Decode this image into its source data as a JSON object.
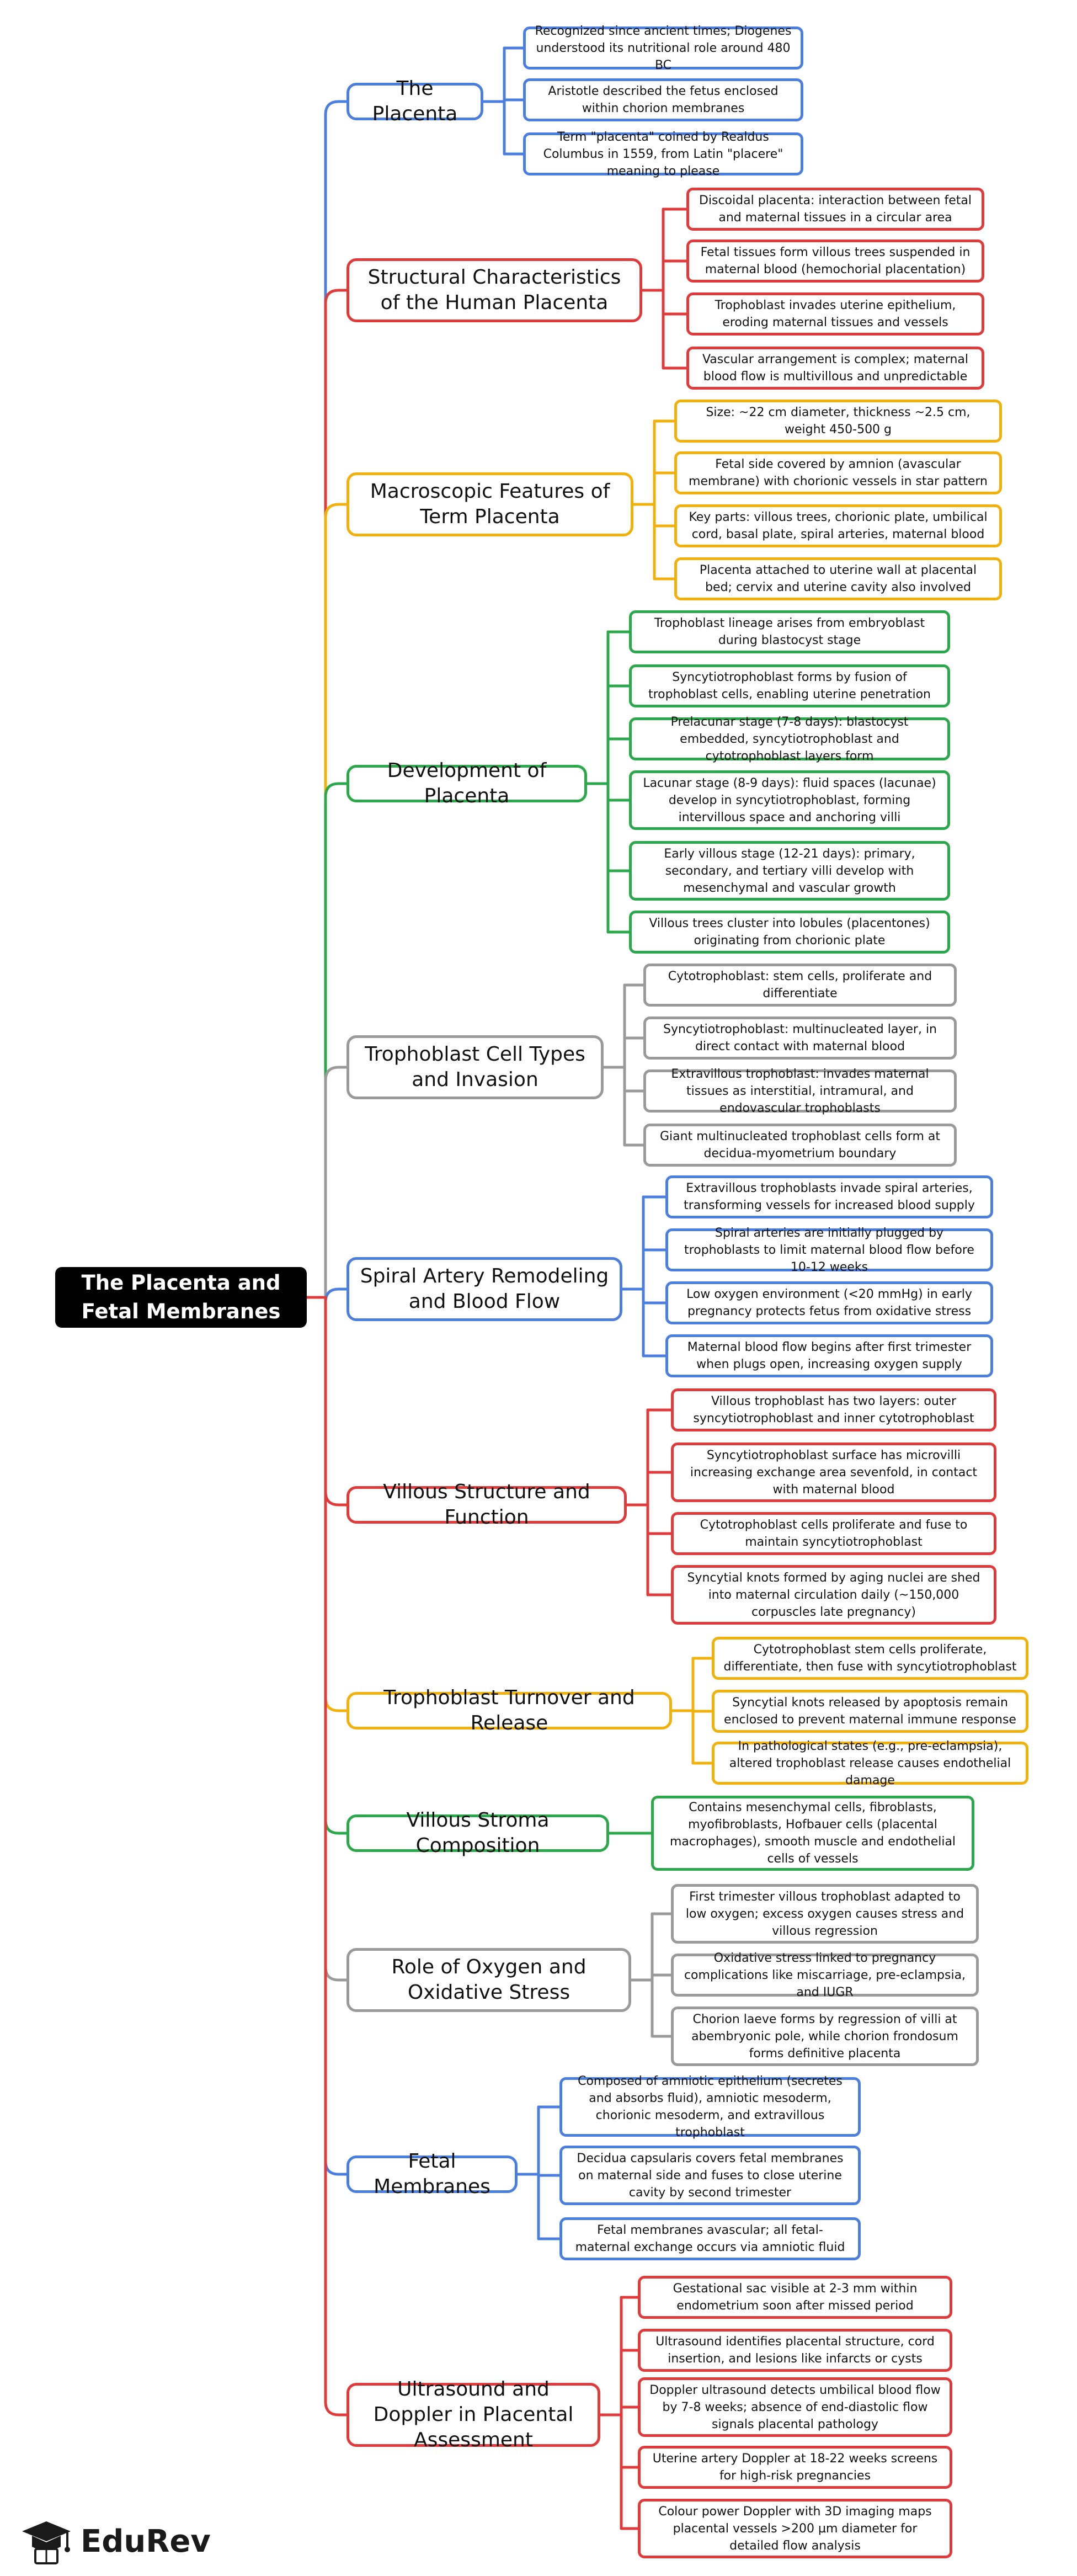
{
  "root": "The Placenta and Fetal Membranes",
  "colors": {
    "blue": "#4a7fe0",
    "red": "#e03a3a",
    "yellow": "#f2b10a",
    "green": "#2aa84a",
    "gray": "#9a9a9a"
  },
  "branches": [
    {
      "title": "The Placenta",
      "color": "blue",
      "leaves": [
        "Recognized since ancient times; Diogenes understood its nutritional role around 480 BC",
        "Aristotle described the fetus enclosed within chorion membranes",
        "Term \"placenta\" coined by Realdus Columbus in 1559, from Latin \"placere\" meaning to please"
      ]
    },
    {
      "title": "Structural Characteristics of the Human Placenta",
      "color": "red",
      "leaves": [
        "Discoidal placenta: interaction between fetal and maternal tissues in a circular area",
        "Fetal tissues form villous trees suspended in maternal blood (hemochorial placentation)",
        "Trophoblast invades uterine epithelium, eroding maternal tissues and vessels",
        "Vascular arrangement is complex; maternal blood flow is multivillous and unpredictable"
      ]
    },
    {
      "title": "Macroscopic Features of Term Placenta",
      "color": "yellow",
      "leaves": [
        "Size: ~22 cm diameter, thickness ~2.5 cm, weight 450-500 g",
        "Fetal side covered by amnion (avascular membrane) with chorionic vessels in star pattern",
        "Key parts: villous trees, chorionic plate, umbilical cord, basal plate, spiral arteries, maternal blood",
        "Placenta attached to uterine wall at placental bed; cervix and uterine cavity also involved"
      ]
    },
    {
      "title": "Development of Placenta",
      "color": "green",
      "leaves": [
        "Trophoblast lineage arises from embryoblast during blastocyst stage",
        "Syncytiotrophoblast forms by fusion of trophoblast cells, enabling uterine penetration",
        "Prelacunar stage (7-8 days): blastocyst embedded, syncytiotrophoblast and cytotrophoblast layers form",
        "Lacunar stage (8-9 days): fluid spaces (lacunae) develop in syncytiotrophoblast, forming intervillous space and anchoring villi",
        "Early villous stage (12-21 days): primary, secondary, and tertiary villi develop with mesenchymal and vascular growth",
        "Villous trees cluster into lobules (placentones) originating from chorionic plate"
      ]
    },
    {
      "title": "Trophoblast Cell Types and Invasion",
      "color": "gray",
      "leaves": [
        "Cytotrophoblast: stem cells, proliferate and differentiate",
        "Syncytiotrophoblast: multinucleated layer, in direct contact with maternal blood",
        "Extravillous trophoblast: invades maternal tissues as interstitial, intramural, and endovascular trophoblasts",
        "Giant multinucleated trophoblast cells form at decidua-myometrium boundary"
      ]
    },
    {
      "title": "Spiral Artery Remodeling and Blood Flow",
      "color": "blue",
      "leaves": [
        "Extravillous trophoblasts invade spiral arteries, transforming vessels for increased blood supply",
        "Spiral arteries are initially plugged by trophoblasts to limit maternal blood flow before 10-12 weeks",
        "Low oxygen environment (<20 mmHg) in early pregnancy protects fetus from oxidative stress",
        "Maternal blood flow begins after first trimester when plugs open, increasing oxygen supply"
      ]
    },
    {
      "title": "Villous Structure and Function",
      "color": "red",
      "leaves": [
        "Villous trophoblast has two layers: outer syncytiotrophoblast and inner cytotrophoblast",
        "Syncytiotrophoblast surface has microvilli increasing exchange area sevenfold, in contact with maternal blood",
        "Cytotrophoblast cells proliferate and fuse to maintain syncytiotrophoblast",
        "Syncytial knots formed by aging nuclei are shed into maternal circulation daily (~150,000 corpuscles late pregnancy)"
      ]
    },
    {
      "title": "Trophoblast Turnover and Release",
      "color": "yellow",
      "leaves": [
        "Cytotrophoblast stem cells proliferate, differentiate, then fuse with syncytiotrophoblast",
        "Syncytial knots released by apoptosis remain enclosed to prevent maternal immune response",
        "In pathological states (e.g., pre-eclampsia), altered trophoblast release causes endothelial damage"
      ]
    },
    {
      "title": "Villous Stroma Composition",
      "color": "green",
      "leaves": [
        "Contains mesenchymal cells, fibroblasts, myofibroblasts, Hofbauer cells (placental macrophages), smooth muscle and endothelial cells of vessels"
      ]
    },
    {
      "title": "Role of Oxygen and Oxidative Stress",
      "color": "gray",
      "leaves": [
        "First trimester villous trophoblast adapted to low oxygen; excess oxygen causes stress and villous regression",
        "Oxidative stress linked to pregnancy complications like miscarriage, pre-eclampsia, and IUGR",
        "Chorion laeve forms by regression of villi at abembryonic pole, while chorion frondosum forms definitive placenta"
      ]
    },
    {
      "title": "Fetal Membranes",
      "color": "blue",
      "leaves": [
        "Composed of amniotic epithelium (secretes and absorbs fluid), amniotic mesoderm, chorionic mesoderm, and extravillous trophoblast",
        "Decidua capsularis covers fetal membranes on maternal side and fuses to close uterine cavity by second trimester",
        "Fetal membranes avascular; all fetal-maternal exchange occurs via amniotic fluid"
      ]
    },
    {
      "title": "Ultrasound and Doppler in Placental Assessment",
      "color": "red",
      "leaves": [
        "Gestational sac visible at 2-3 mm within endometrium soon after missed period",
        "Ultrasound identifies placental structure, cord insertion, and lesions like infarcts or cysts",
        "Doppler ultrasound detects umbilical blood flow by 7-8 weeks; absence of end-diastolic flow signals placental pathology",
        "Uterine artery Doppler at 18-22 weeks screens for high-risk pregnancies",
        "Colour power Doppler with 3D imaging maps placental vessels >200 µm diameter for detailed flow analysis"
      ]
    }
  ],
  "logo": {
    "text": "EduRev",
    "icon": "graduation-cap-icon"
  }
}
